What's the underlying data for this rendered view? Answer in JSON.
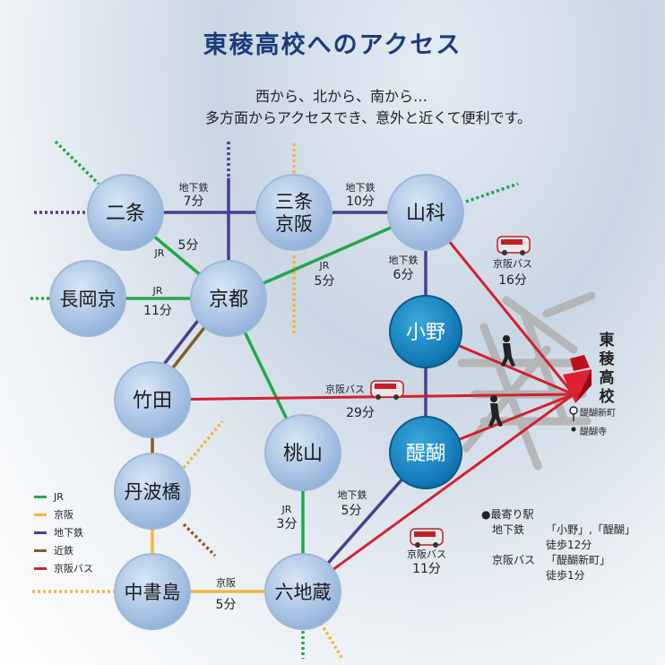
{
  "title": "東稜高校へのアクセス",
  "subtitle_line1": "西から、北から、南から…",
  "subtitle_line2": "多方面からアクセスでき、意外と近くて便利です。",
  "colors": {
    "jr": "#22a84a",
    "keihan": "#f0b840",
    "subway": "#4a3f8f",
    "kintetsu": "#8a5a2b",
    "keihan_bus": "#d42030",
    "station_light": "#a9c4e6",
    "station_dark": "#1a7fb8"
  },
  "stations": {
    "nijo": "二条",
    "sanjo_keihan": [
      "三条",
      "京阪"
    ],
    "yamashina": "山科",
    "nagaokakyo": "長岡京",
    "kyoto": "京都",
    "ono": "小野",
    "takeda": "竹田",
    "daigo": "醍醐",
    "momoyama": "桃山",
    "tambabashi": "丹波橋",
    "chushojima": "中書島",
    "rokujizo": "六地蔵"
  },
  "routes": {
    "nijo_sanjo": [
      "地下鉄",
      "7分"
    ],
    "sanjo_yamashina": [
      "地下鉄",
      "10分"
    ],
    "nijo_kyoto": [
      "JR",
      "5分"
    ],
    "kyoto_yamashina": [
      "JR",
      "5分"
    ],
    "nagaokakyo_kyoto": [
      "JR",
      "11分"
    ],
    "yamashina_ono": [
      "地下鉄",
      "6分"
    ],
    "yamashina_bus": [
      "京阪バス",
      "16分"
    ],
    "takeda_bus": [
      "京阪バス",
      "29分"
    ],
    "momoyama_rokujizo": [
      "JR",
      "3分"
    ],
    "daigo_rokujizo": [
      "地下鉄",
      "5分"
    ],
    "rokujizo_bus": [
      "京阪バス",
      "11分"
    ],
    "chushojima_rokujizo": [
      "京阪",
      "5分"
    ]
  },
  "legend": [
    {
      "label": "JR",
      "color": "#22a84a"
    },
    {
      "label": "京阪",
      "color": "#f0b840"
    },
    {
      "label": "地下鉄",
      "color": "#4a3f8f"
    },
    {
      "label": "近鉄",
      "color": "#8a5a2b"
    },
    {
      "label": "京阪バス",
      "color": "#d42030"
    }
  ],
  "school": {
    "name": "東稜高校",
    "stop_daigo_shinmachi": "醍醐新町",
    "daigoji": "醍醐寺"
  },
  "nearest": {
    "heading": "●最寄り駅",
    "rows": [
      {
        "key": "地下鉄",
        "value": "「小野」,「醍醐」"
      },
      {
        "key": "",
        "value": "徒歩12分"
      },
      {
        "key": "京阪バス",
        "value": "「醍醐新町」"
      },
      {
        "key": "",
        "value": "徒歩1分"
      }
    ]
  }
}
